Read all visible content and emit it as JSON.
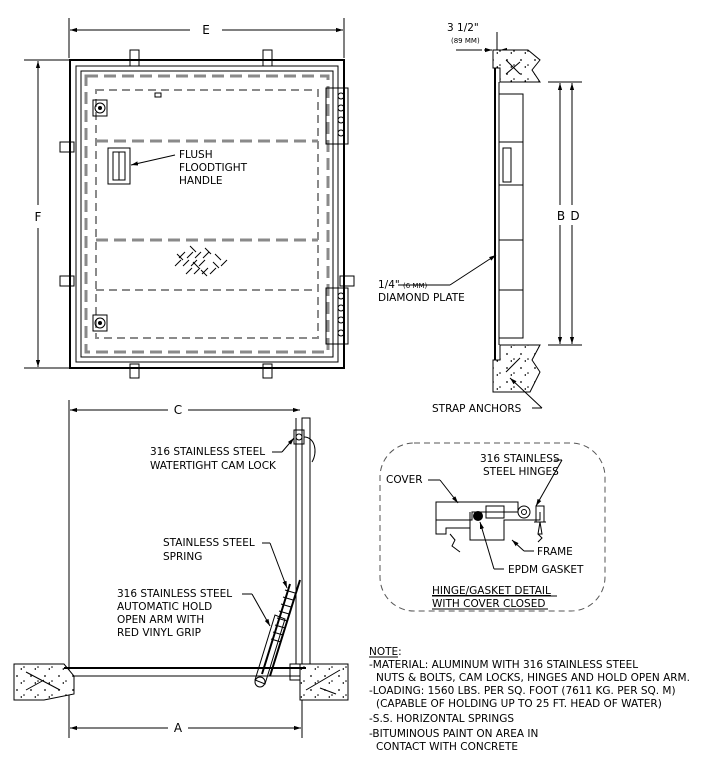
{
  "dimensions": {
    "e": "E",
    "f": "F",
    "c": "C",
    "a": "A",
    "b": "B",
    "d": "D",
    "thickness": "3 1/2\"",
    "thickness_mm": "(89 MM)"
  },
  "labels": {
    "handle": [
      "FLUSH",
      "FLOODTIGHT",
      "HANDLE"
    ],
    "plate_size": "1/4\"",
    "plate_mm": "(6 MM)",
    "plate_name": "DIAMOND PLATE",
    "strap_anchors": "STRAP ANCHORS",
    "cam_lock": [
      "316 STAINLESS STEEL",
      "WATERTIGHT CAM LOCK"
    ],
    "spring": [
      "STAINLESS STEEL",
      "SPRING"
    ],
    "hold_arm": [
      "316 STAINLESS STEEL",
      "AUTOMATIC HOLD",
      "OPEN ARM WITH",
      "RED VINYL GRIP"
    ]
  },
  "detail": {
    "hinges": [
      "316 STAINLESS",
      "STEEL HINGES"
    ],
    "cover": "COVER",
    "frame": "FRAME",
    "gasket": "EPDM GASKET",
    "title_1": "HINGE/GASKET DETAIL",
    "title_2": "WITH COVER CLOSED"
  },
  "notes": {
    "heading": "NOTE:",
    "lines": [
      "-MATERIAL: ALUMINUM WITH 316 STAINLESS STEEL",
      "NUTS & BOLTS, CAM LOCKS, HINGES AND HOLD OPEN ARM.",
      "-LOADING: 1560 LBS. PER SQ. FOOT (7611 KG. PER SQ. M)",
      "(CAPABLE OF HOLDING UP TO 25 FT. HEAD OF WATER)",
      "-S.S. HORIZONTAL SPRINGS",
      "-BITUMINOUS PAINT ON AREA IN",
      "CONTACT WITH CONCRETE"
    ]
  }
}
